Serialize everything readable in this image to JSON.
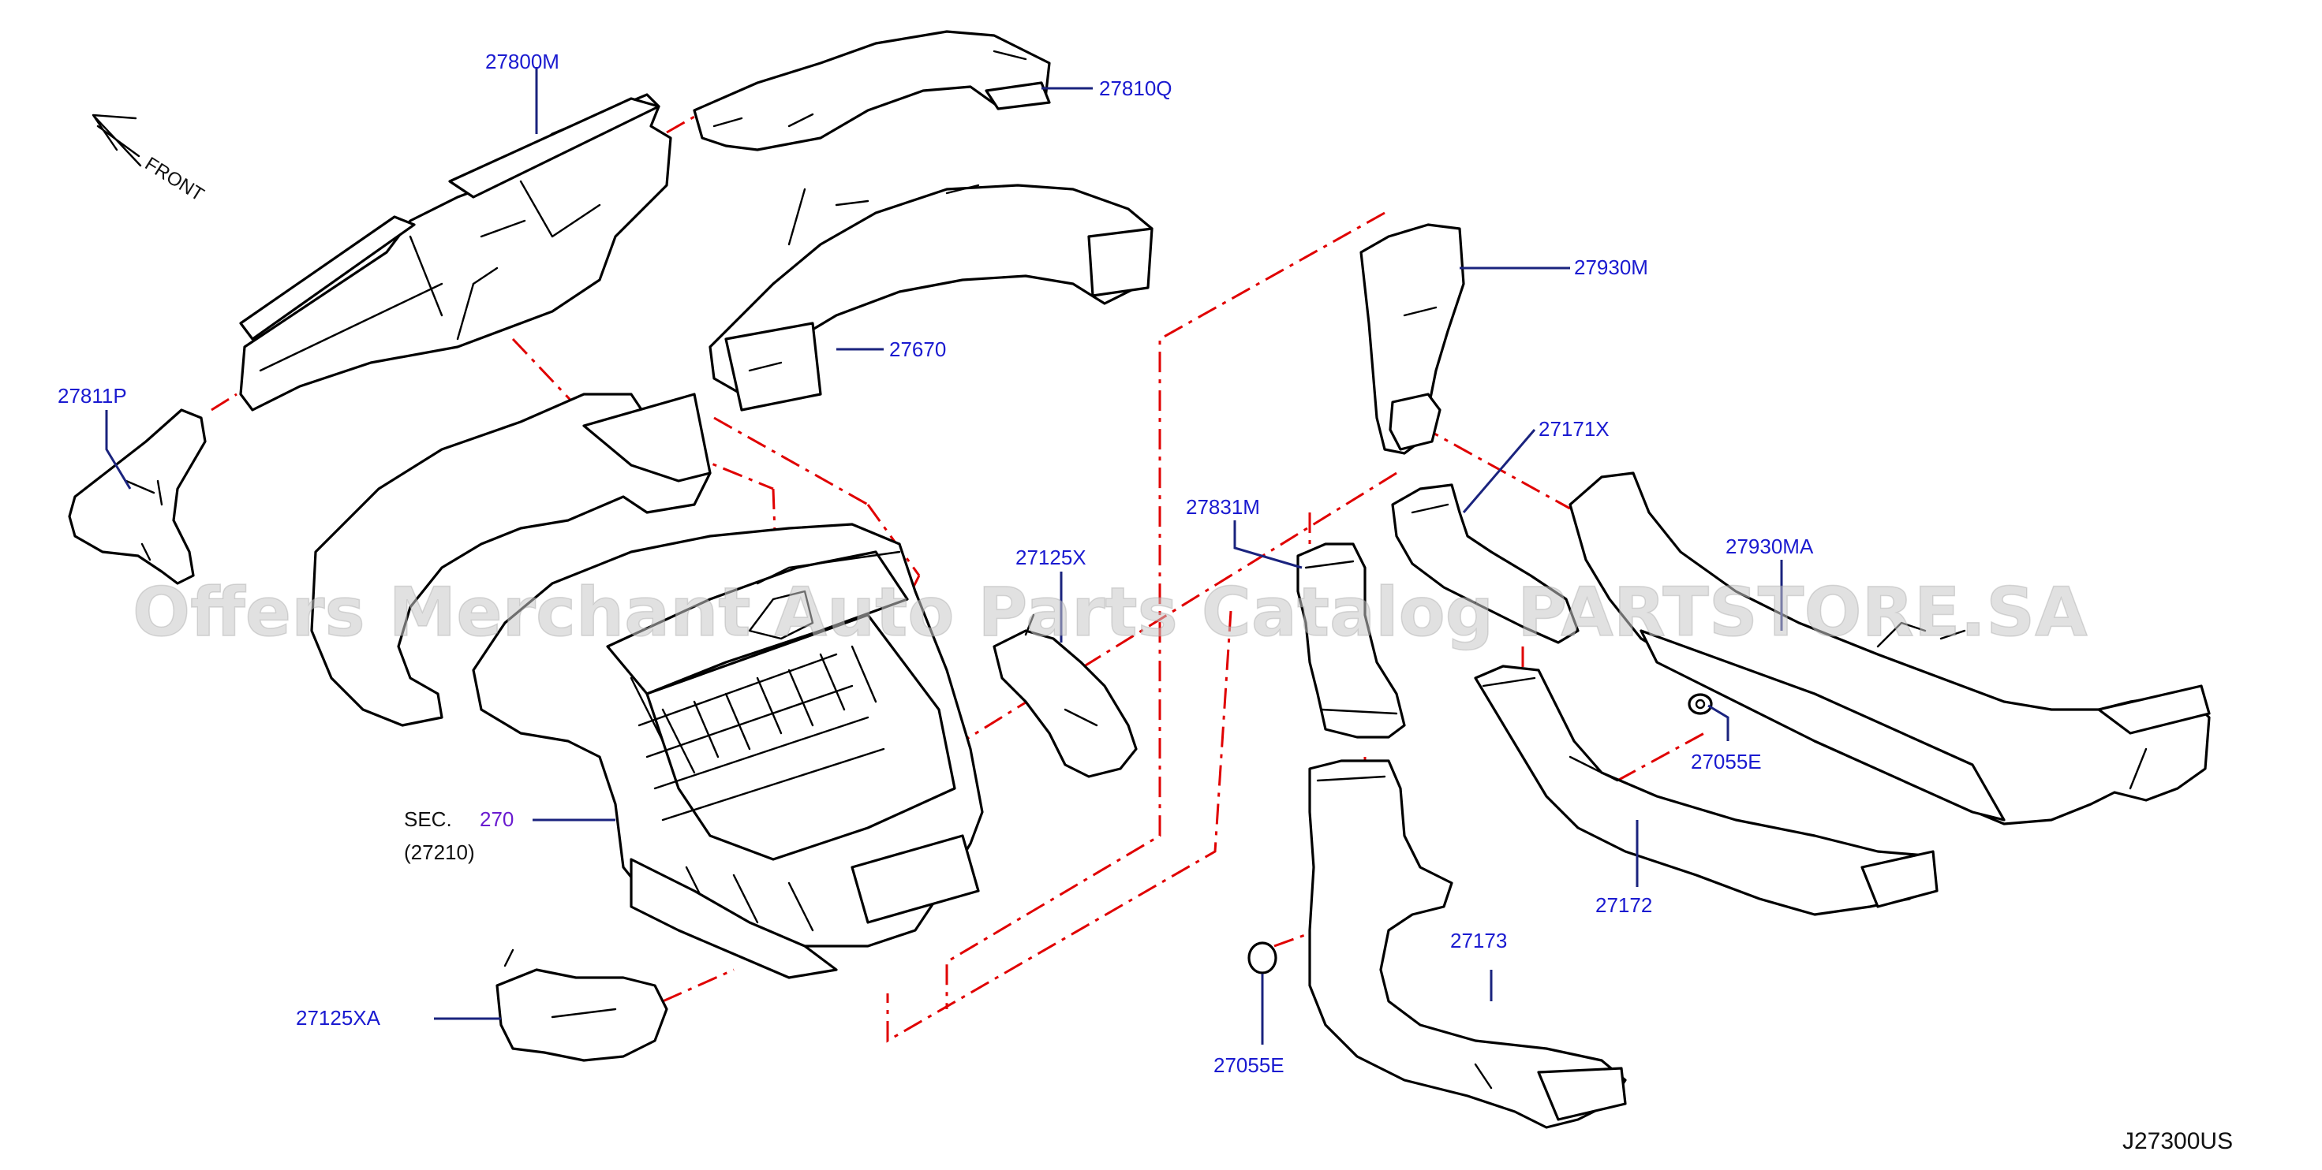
{
  "watermark": "Offers Merchant Auto Parts Catalog PARTSTORE.SA",
  "diagram_code": "J27300US",
  "orientation_label": "FRONT",
  "section_ref": {
    "prefix": "SEC.",
    "number": "270",
    "sub": "(27210)"
  },
  "parts": [
    {
      "label": "27800M"
    },
    {
      "label": "27810Q"
    },
    {
      "label": "27811P"
    },
    {
      "label": "27670"
    },
    {
      "label": "27930M"
    },
    {
      "label": "27171X"
    },
    {
      "label": "27831M"
    },
    {
      "label": "27125X"
    },
    {
      "label": "27930MA"
    },
    {
      "label": "27055E"
    },
    {
      "label": "27172"
    },
    {
      "label": "27173"
    },
    {
      "label": "27055E"
    },
    {
      "label": "27125XA"
    }
  ],
  "colors": {
    "label_text": "#1a1ad0",
    "leader": "#1a237e",
    "connector": "#e00000",
    "section_number": "#6a1bd0",
    "outline": "#000000"
  }
}
